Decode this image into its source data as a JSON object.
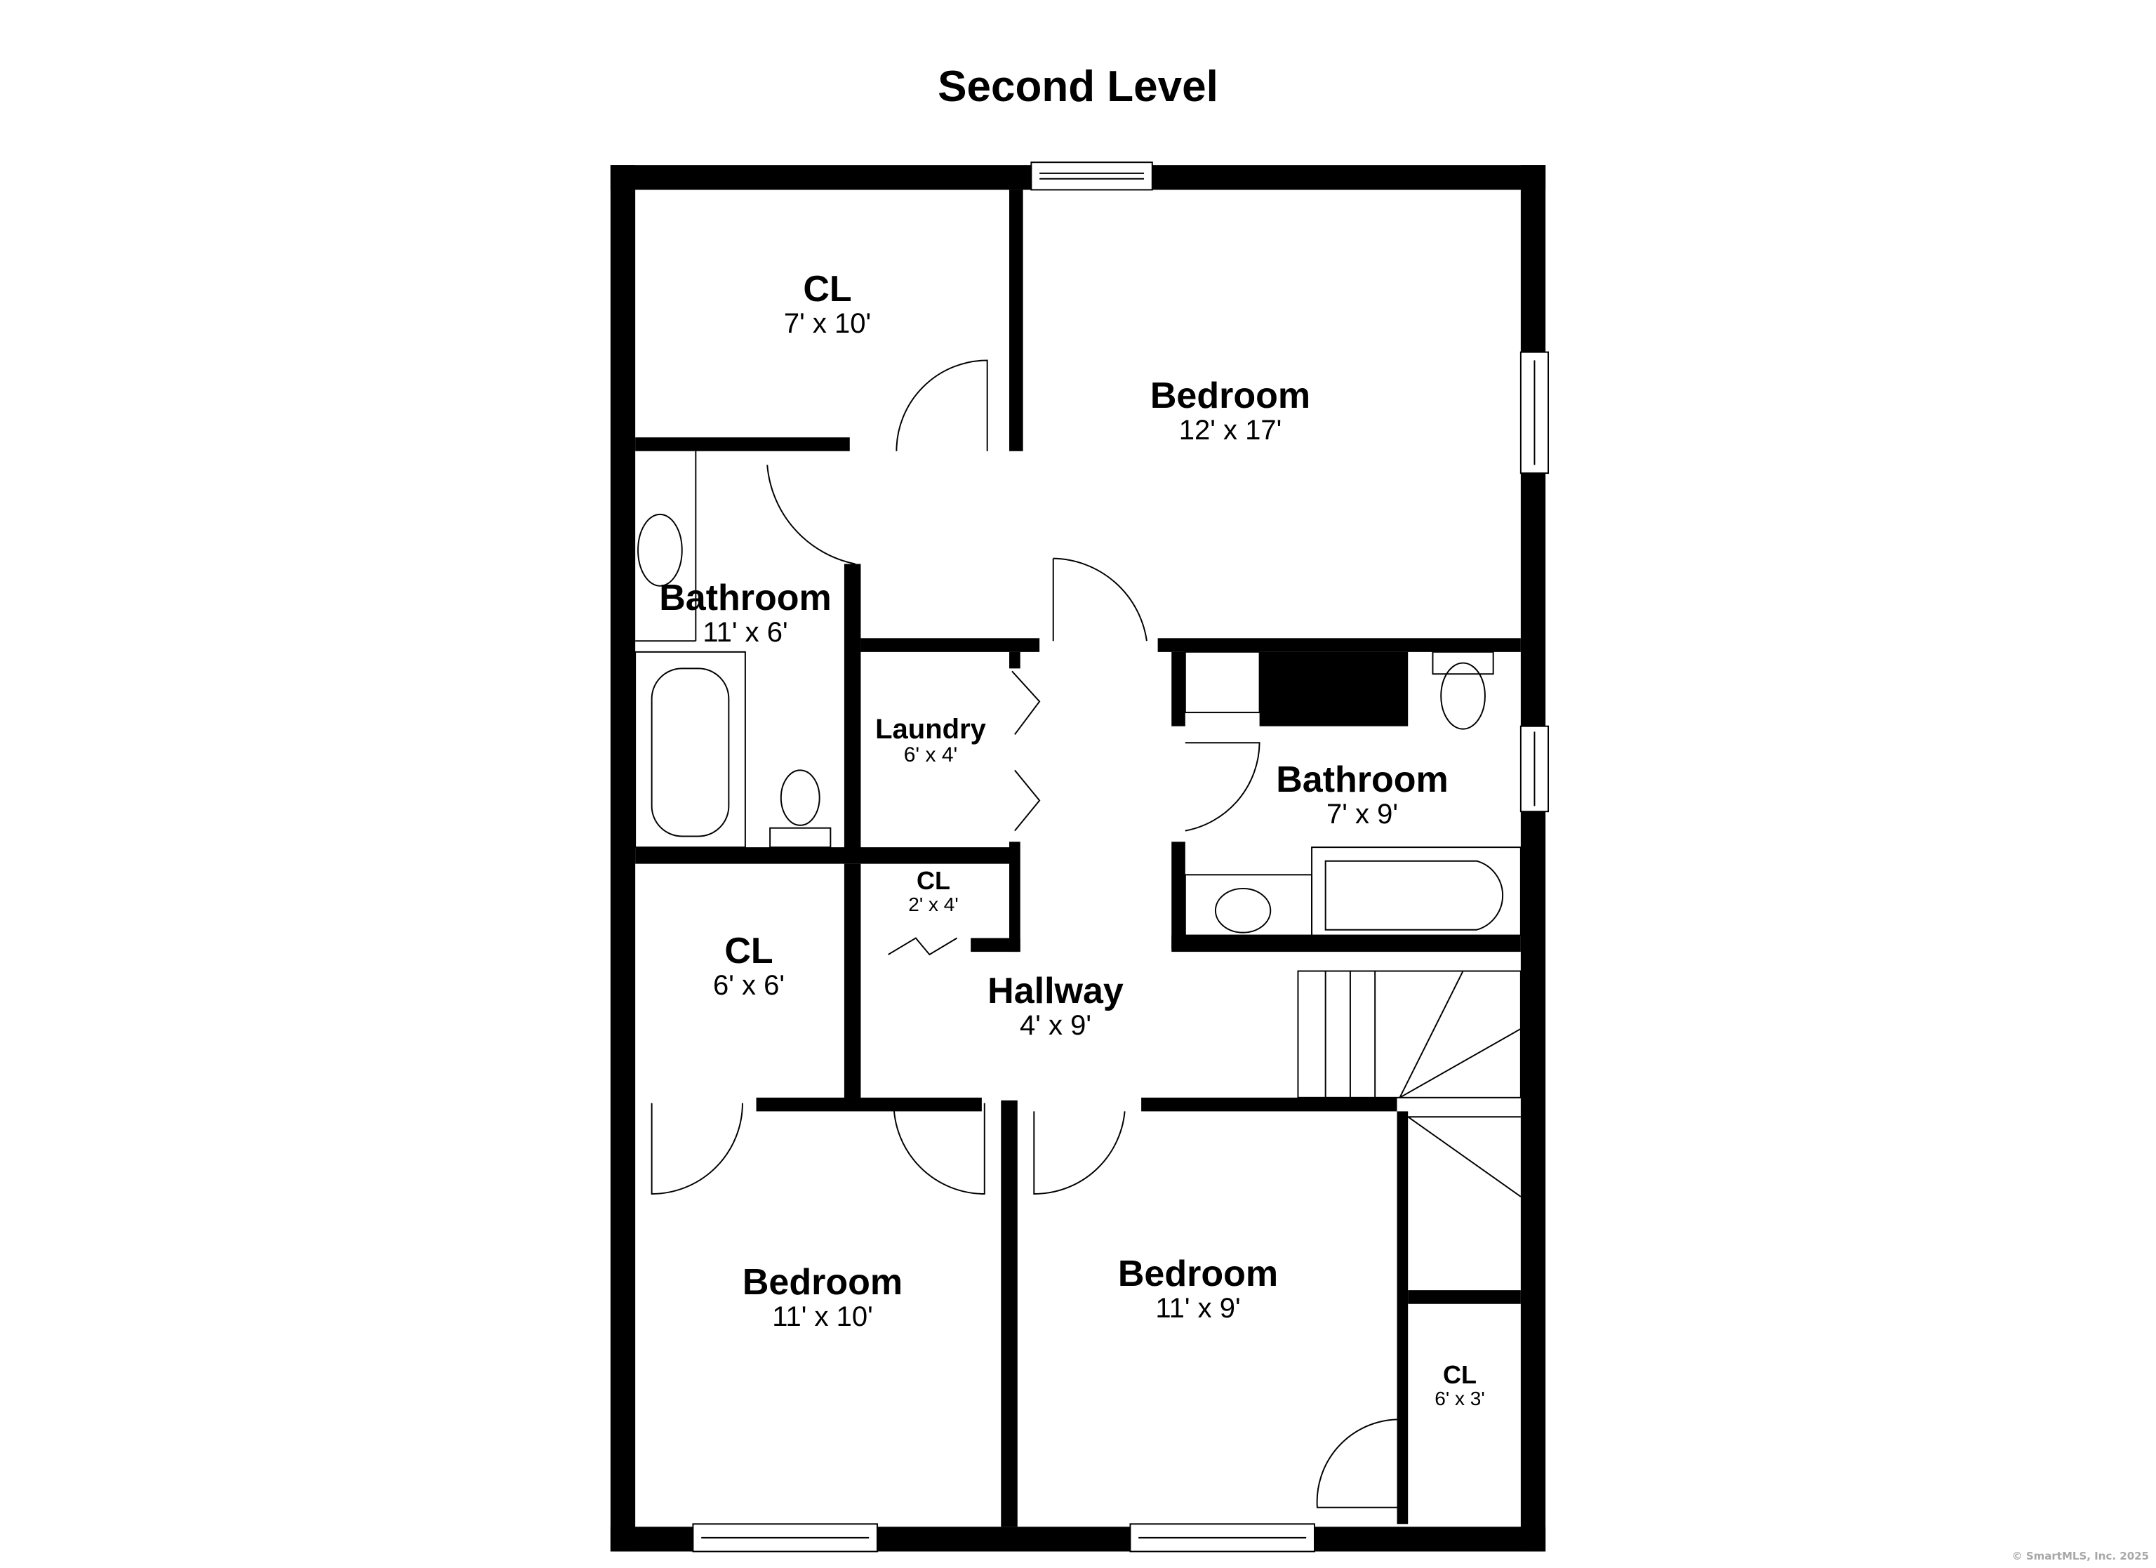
{
  "title": "Second Level",
  "copyright": "© SmartMLS, Inc.  2025",
  "rooms": [
    {
      "id": "cl-top",
      "name": "CL",
      "dims": "7' x 10'"
    },
    {
      "id": "bedroom-main",
      "name": "Bedroom",
      "dims": "12' x 17'"
    },
    {
      "id": "bathroom-left",
      "name": "Bathroom",
      "dims": "11' x 6'"
    },
    {
      "id": "laundry",
      "name": "Laundry",
      "dims": "6' x 4'"
    },
    {
      "id": "bathroom-right",
      "name": "Bathroom",
      "dims": "7' x 9'"
    },
    {
      "id": "cl-small",
      "name": "CL",
      "dims": "2' x 4'"
    },
    {
      "id": "cl-mid",
      "name": "CL",
      "dims": "6' x 6'"
    },
    {
      "id": "hallway",
      "name": "Hallway",
      "dims": "4' x 9'"
    },
    {
      "id": "bedroom-sw",
      "name": "Bedroom",
      "dims": "11' x 10'"
    },
    {
      "id": "bedroom-se",
      "name": "Bedroom",
      "dims": "11' x 9'"
    },
    {
      "id": "cl-se",
      "name": "CL",
      "dims": "6' x 3'"
    }
  ],
  "colors": {
    "wall": "#000000",
    "background": "#ffffff",
    "fixture_line": "#000000",
    "copyright": "#a8a8a8"
  }
}
